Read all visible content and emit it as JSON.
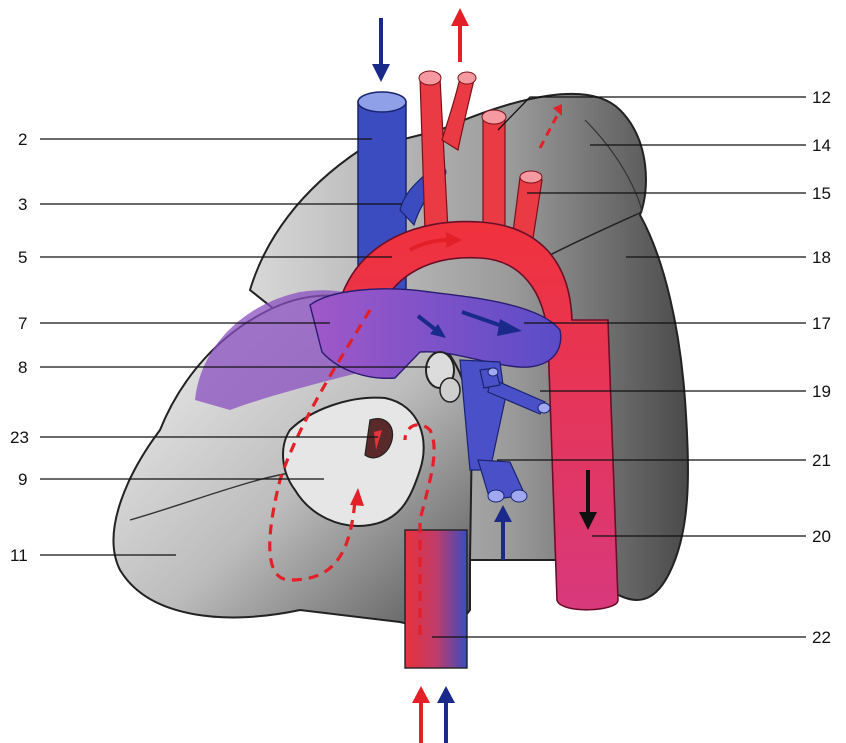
{
  "labels_left": [
    "2",
    "3",
    "5",
    "7",
    "8",
    "23",
    "9",
    "11"
  ],
  "labels_right": [
    "12",
    "14",
    "15",
    "18",
    "17",
    "19",
    "21",
    "20",
    "22"
  ],
  "colors": {
    "artery": "#e8323c",
    "vein": "#3a4cc0",
    "mixed": "#8a4fc0",
    "aorta_descending": "#d83a7a",
    "tissue": "#bdbdbd",
    "outline": "#222222"
  },
  "flow_arrows": [
    "down-blue",
    "up-red",
    "up-red-dashed",
    "right-red",
    "right-blue",
    "down-black",
    "up-blue",
    "up-red",
    "up-blue"
  ]
}
